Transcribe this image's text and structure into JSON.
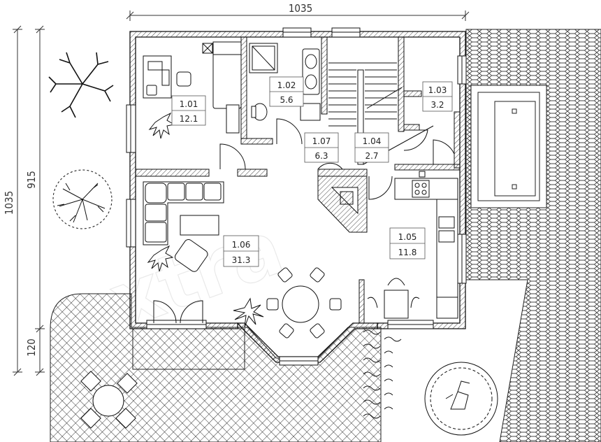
{
  "dimensions": {
    "top_width": "1035",
    "left_total": "1035",
    "left_upper": "915",
    "left_lower": "120"
  },
  "rooms": [
    {
      "id": "1.01",
      "area": "12.1"
    },
    {
      "id": "1.02",
      "area": "5.6"
    },
    {
      "id": "1.03",
      "area": "3.2"
    },
    {
      "id": "1.07",
      "area": "6.3"
    },
    {
      "id": "1.04",
      "area": "2.7"
    },
    {
      "id": "1.06",
      "area": "31.3"
    },
    {
      "id": "1.05",
      "area": "11.8"
    }
  ],
  "watermark": "extra",
  "colors": {
    "line": "#111111",
    "wall_hatch": "#444444",
    "paving": "#555555"
  }
}
